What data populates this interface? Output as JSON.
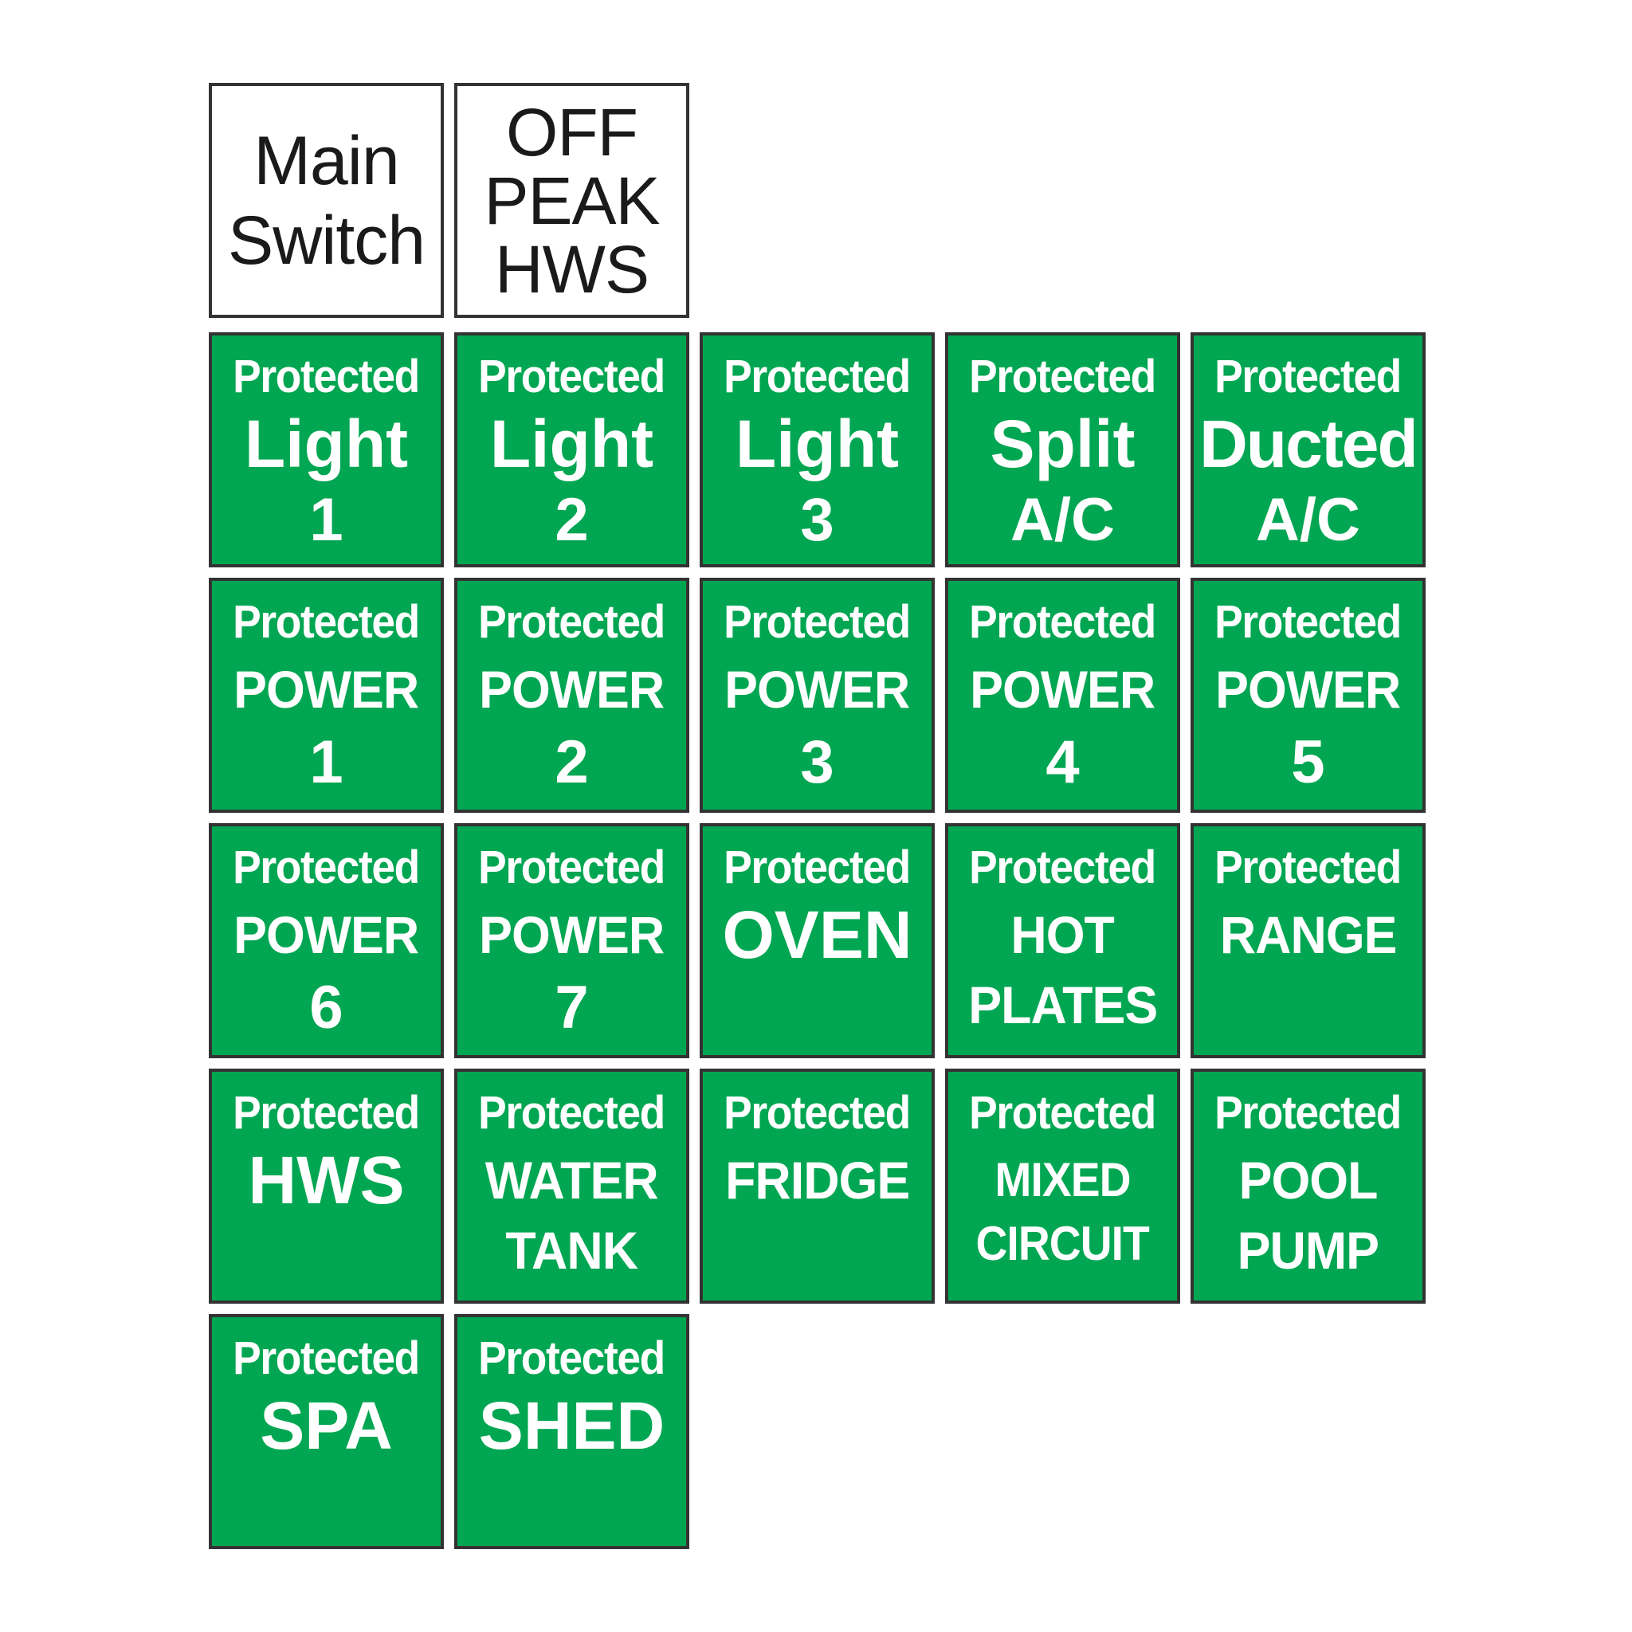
{
  "colors": {
    "green": "#00a651",
    "border": "#333333",
    "white_label_text": "#1a1a1a"
  },
  "unprotected": [
    {
      "lines": [
        "Main",
        "Switch"
      ]
    },
    {
      "lines": [
        "OFF",
        "PEAK",
        "HWS"
      ]
    }
  ],
  "protected_prefix": "Protected",
  "labels": [
    {
      "prefix": "Protected",
      "lines": [
        "Light",
        "1"
      ]
    },
    {
      "prefix": "Protected",
      "lines": [
        "Light",
        "2"
      ]
    },
    {
      "prefix": "Protected",
      "lines": [
        "Light",
        "3"
      ]
    },
    {
      "prefix": "Protected",
      "lines": [
        "Split",
        "A/C"
      ]
    },
    {
      "prefix": "Protected",
      "lines": [
        "Ducted",
        "A/C"
      ]
    },
    {
      "prefix": "Protected",
      "lines": [
        "POWER",
        "1"
      ]
    },
    {
      "prefix": "Protected",
      "lines": [
        "POWER",
        "2"
      ]
    },
    {
      "prefix": "Protected",
      "lines": [
        "POWER",
        "3"
      ]
    },
    {
      "prefix": "Protected",
      "lines": [
        "POWER",
        "4"
      ]
    },
    {
      "prefix": "Protected",
      "lines": [
        "POWER",
        "5"
      ]
    },
    {
      "prefix": "Protected",
      "lines": [
        "POWER",
        "6"
      ]
    },
    {
      "prefix": "Protected",
      "lines": [
        "POWER",
        "7"
      ]
    },
    {
      "prefix": "Protected",
      "lines": [
        "OVEN"
      ]
    },
    {
      "prefix": "Protected",
      "lines": [
        "HOT",
        "PLATES"
      ]
    },
    {
      "prefix": "Protected",
      "lines": [
        "RANGE"
      ]
    },
    {
      "prefix": "Protected",
      "lines": [
        "HWS"
      ]
    },
    {
      "prefix": "Protected",
      "lines": [
        "WATER",
        "TANK"
      ]
    },
    {
      "prefix": "Protected",
      "lines": [
        "FRIDGE"
      ]
    },
    {
      "prefix": "Protected",
      "lines": [
        "MIXED",
        "CIRCUIT"
      ]
    },
    {
      "prefix": "Protected",
      "lines": [
        "POOL",
        "PUMP"
      ]
    },
    {
      "prefix": "Protected",
      "lines": [
        "SPA"
      ]
    },
    {
      "prefix": "Protected",
      "lines": [
        "SHED"
      ]
    }
  ]
}
